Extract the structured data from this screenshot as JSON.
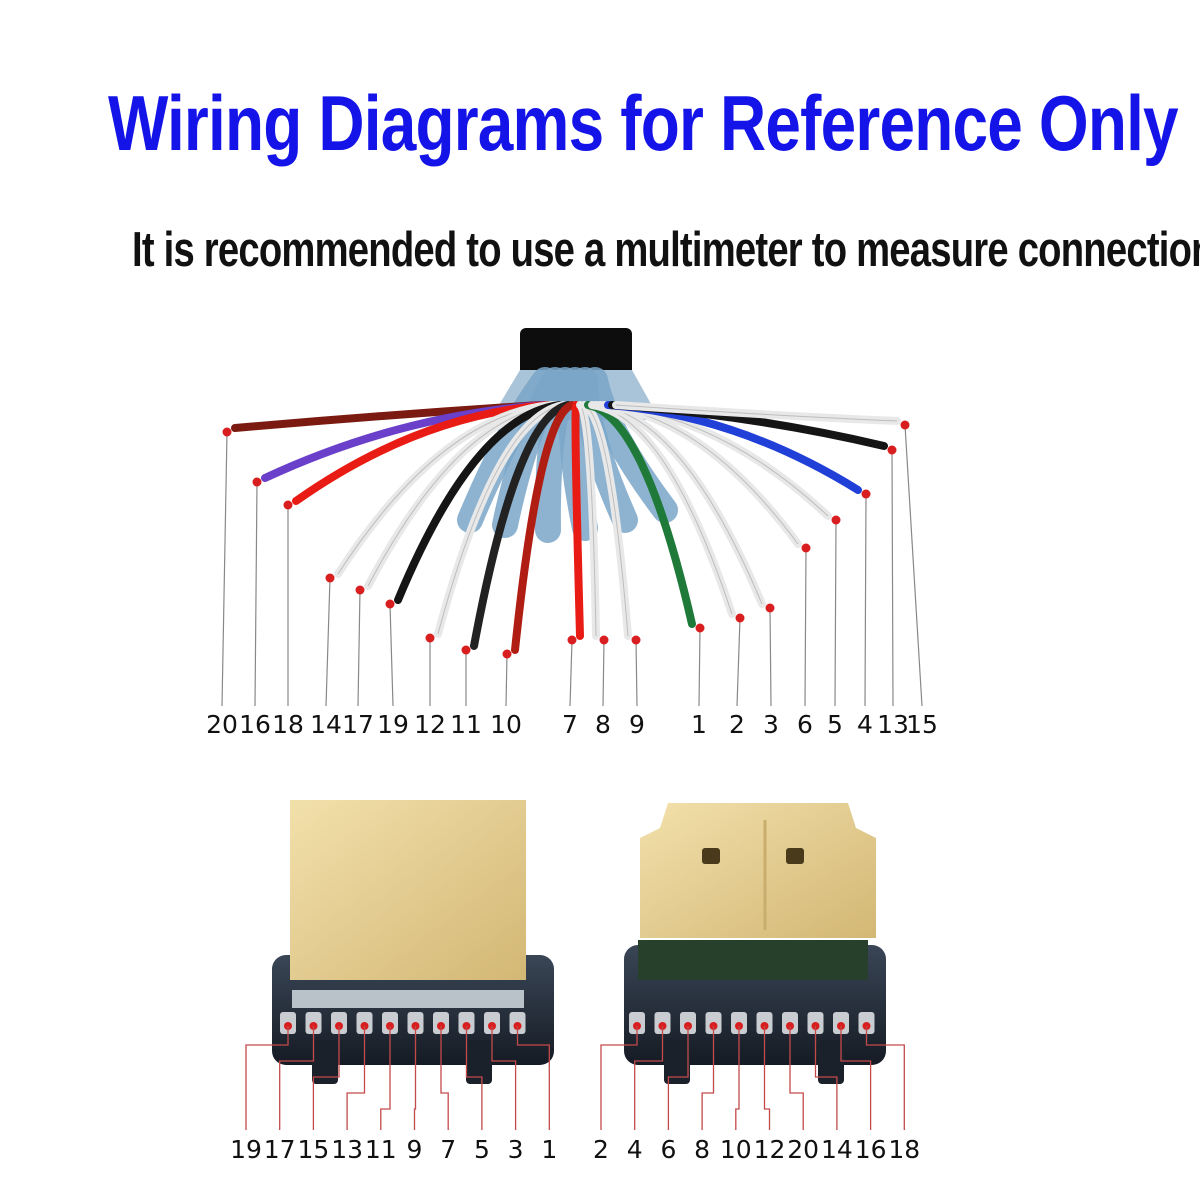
{
  "title": "Wiring Diagrams for Reference Only",
  "subtitle": "It is recommended to use a multimeter to measure connections",
  "cable_wires": {
    "labels": [
      "20",
      "16",
      "18",
      "14",
      "17",
      "19",
      "12",
      "11",
      "10",
      "7",
      "8",
      "9",
      "1",
      "2",
      "3",
      "6",
      "5",
      "4",
      "13",
      "15"
    ],
    "colors": {
      "20": "#7a1a10",
      "16": "#6a3fc9",
      "18": "#e81c14",
      "14": "#dddddd",
      "17": "#dddddd",
      "19": "#151515",
      "12": "#dddddd",
      "11": "#222222",
      "10": "#b01d12",
      "7": "#e81c14",
      "8": "#dddddd",
      "9": "#dddddd",
      "1": "#1f7a3a",
      "2": "#dddddd",
      "3": "#dddddd",
      "6": "#dddddd",
      "5": "#dddddd",
      "4": "#2040d8",
      "13": "#151515",
      "15": "#dddddd"
    }
  },
  "left_connector": {
    "labels": [
      "19",
      "17",
      "15",
      "13",
      "11",
      "9",
      "7",
      "5",
      "3",
      "1"
    ]
  },
  "right_connector": {
    "labels": [
      "2",
      "4",
      "6",
      "8",
      "10",
      "12",
      "20",
      "14",
      "16",
      "18"
    ]
  },
  "colors": {
    "title": "#1414e8",
    "text": "#111111",
    "pin_dot": "#d81e1e",
    "leader_line": "#c44a4a",
    "gold": "#e2c98c",
    "plastic": "#1e2733",
    "shield": "#7aa6c8"
  }
}
